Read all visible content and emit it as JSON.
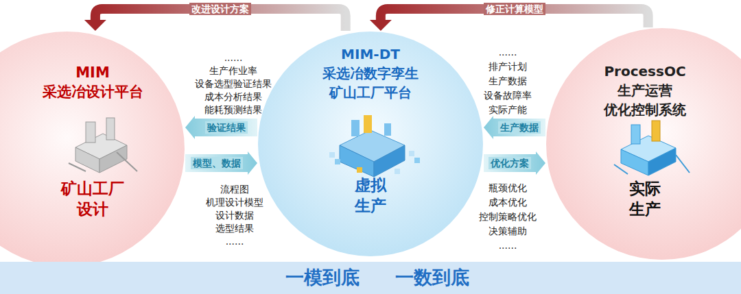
{
  "diagram": {
    "nodes": [
      {
        "text": [
          "MIM 采选冶设计平台",
          "矿山工厂 设计"
        ]
      },
      {
        "text": [
          "MIM-DT 采选冶数字孪生 矿山工厂平台",
          "虚拟 生产"
        ]
      },
      {
        "text": [
          "ProcessOC 生产运营 优化控制系统",
          "实际 生产"
        ]
      },
      {
        "text": [
          "一模到底",
          "一数到底"
        ]
      }
    ],
    "edges": [
      {
        "from": 1,
        "to": 0,
        "label": "验证结果",
        "arrow": "to"
      },
      {
        "from": 0,
        "to": 1,
        "label": "模型、数据",
        "arrow": "to"
      },
      {
        "from": 2,
        "to": 1,
        "label": "生产数据",
        "arrow": "to"
      },
      {
        "from": 1,
        "to": 2,
        "label": "优化方案",
        "arrow": "to"
      },
      {
        "from": 1,
        "to": 0,
        "label": "改进设计方案",
        "arrow": "to"
      },
      {
        "from": 2,
        "to": 1,
        "label": "修正计算模型",
        "arrow": "to"
      }
    ],
    "labels": [
      "......",
      "生产作业率",
      "设备选型验证结果",
      "成本分析结果",
      "能耗预测结果",
      "流程图",
      "机理设计模型",
      "设计数据",
      "选型结果",
      "......",
      "......",
      "排产计划",
      "生产数据",
      "设备故障率",
      "实际产能",
      "瓶颈优化",
      "成本优化",
      "控制策略优化",
      "决策辅助",
      "......"
    ]
  }
}
